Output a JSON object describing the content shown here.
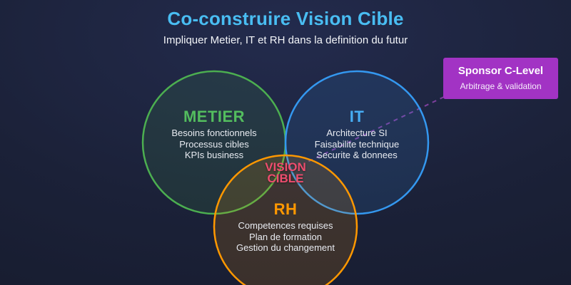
{
  "header": {
    "title": "Co-construire Vision Cible",
    "subtitle": "Impliquer Metier, IT et RH dans la definition du futur"
  },
  "venn": {
    "center": {
      "line1": "VISION",
      "line2": "CIBLE"
    },
    "circles": [
      {
        "label": "METIER",
        "items": [
          "Besoins fonctionnels",
          "Processus cibles",
          "KPIs business"
        ]
      },
      {
        "label": "IT",
        "items": [
          "Architecture SI",
          "Faisabilite technique",
          "Securite & donnees"
        ]
      },
      {
        "label": "RH",
        "items": [
          "Competences requises",
          "Plan de formation",
          "Gestion du changement"
        ]
      }
    ]
  },
  "callout": {
    "title": "Sponsor C-Level",
    "subtitle": "Arbitrage & validation"
  },
  "colors": {
    "accent-title": "#49bdf2",
    "metier-green": "#4caf50",
    "metier-green-label": "#53bd5e",
    "it-blue": "#3498f0",
    "it-blue-label": "#47aef5",
    "rh-orange": "#ff9800",
    "vision-pink": "#ee4d6e",
    "sponsor-purple": "#a233c4",
    "connector-purple": "#8e44ad",
    "background": "#1b2138"
  }
}
